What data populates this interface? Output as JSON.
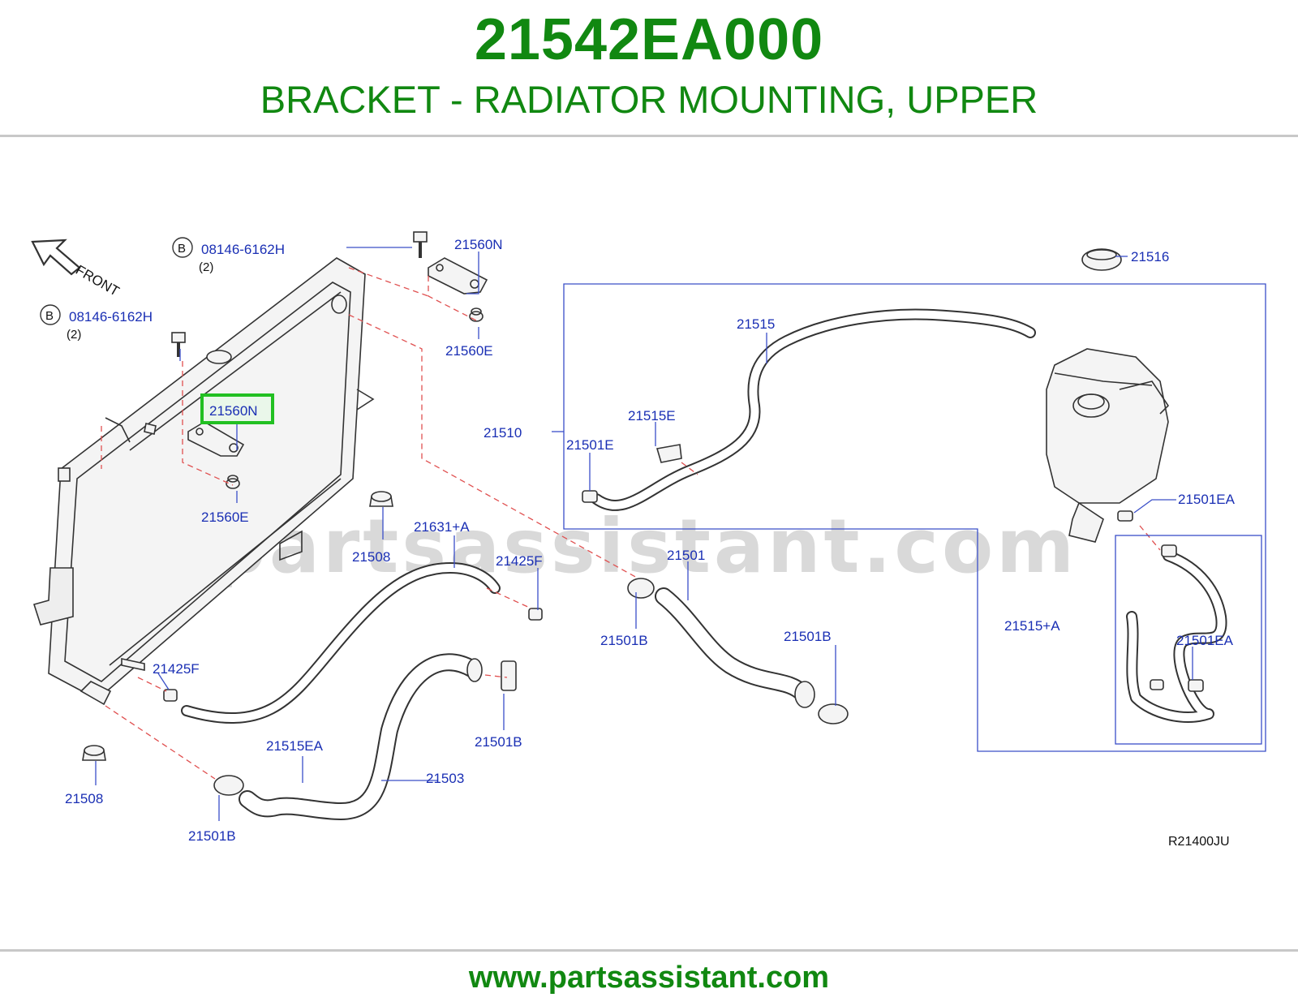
{
  "header": {
    "part_number": "21542EA000",
    "description": "BRACKET - RADIATOR MOUNTING, UPPER"
  },
  "footer": {
    "url": "www.partsassistant.com"
  },
  "watermark": "partsassistant.com",
  "diagram": {
    "reference_code": "R21400JU",
    "front_label": "FRONT",
    "bolt_marker": "B",
    "highlighted_part": "21560N",
    "labels": {
      "bolt_top": "08146-6162H",
      "bolt_top_qty": "(2)",
      "bolt_left": "08146-6162H",
      "bolt_left_qty": "(2)",
      "bracket_top": "21560N",
      "bracket_left": "21560N",
      "grommet_top": "21560E",
      "grommet_left": "21560E",
      "cap": "21516",
      "reservoir_hose": "21515",
      "hose_clip": "21515E",
      "reservoir_assy": "21510",
      "clamp_e": "21501E",
      "clamp_ea_top": "21501EA",
      "clamp_ea_bottom": "21501EA",
      "hose_assy": "21515+A",
      "mount_top": "21508",
      "mount_bottom": "21508",
      "oil_hose": "21631+A",
      "clip_top": "21425F",
      "clip_left": "21425F",
      "upper_hose": "21501",
      "clamp_b_1": "21501B",
      "clamp_b_2": "21501B",
      "clamp_b_3": "21501B",
      "clamp_b_4": "21501B",
      "lower_hose_end": "21515EA",
      "lower_hose": "21503"
    }
  },
  "colors": {
    "brand_green": "#118811",
    "label_blue": "#1a2fb4",
    "highlight_green": "#22c022",
    "dash_red": "#e05050"
  }
}
